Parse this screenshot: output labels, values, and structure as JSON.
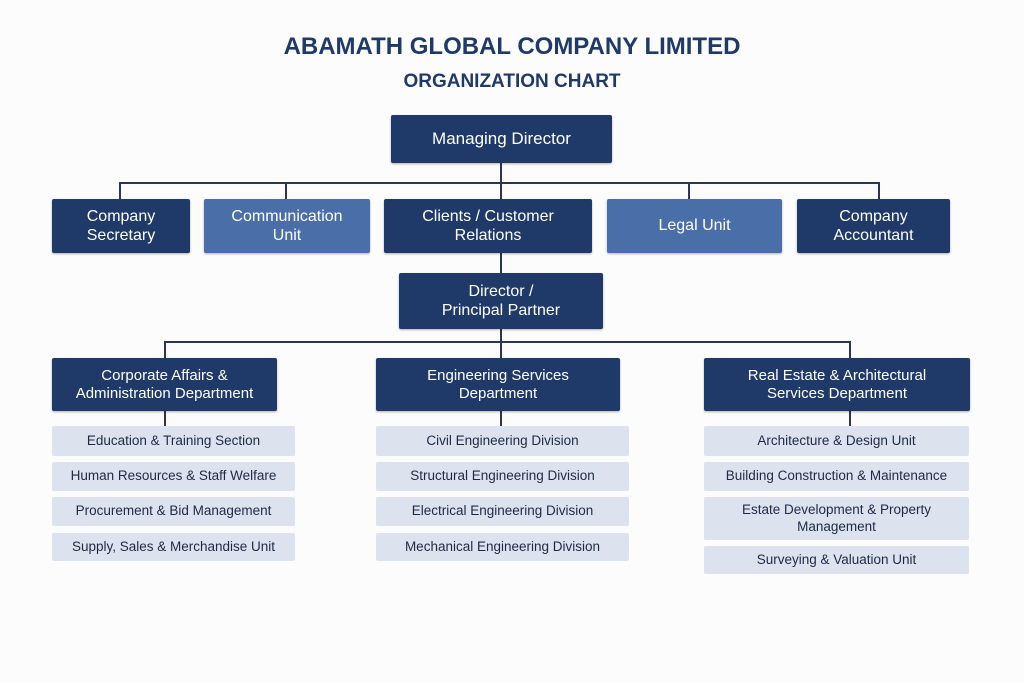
{
  "title": "ABAMATH GLOBAL COMPANY LIMITED",
  "subtitle": "ORGANIZATION CHART",
  "colors": {
    "dark": "#1f3a68",
    "mid": "#4a6ea8",
    "light": "#dde3ee"
  },
  "top": "Managing Director",
  "row2": [
    "Company\nSecretary",
    "Communication\nUnit",
    "Clients / Customer\nRelations",
    "Legal Unit",
    "Company\nAccountant"
  ],
  "director": "Director /\nPrincipal Partner",
  "departments": [
    {
      "name": "Corporate Affairs &\nAdministration Department",
      "units": [
        "Education & Training Section",
        "Human Resources & Staff Welfare",
        "Procurement & Bid Management",
        "Supply, Sales & Merchandise Unit"
      ]
    },
    {
      "name": "Engineering Services\nDepartment",
      "units": [
        "Civil Engineering Division",
        "Structural Engineering Division",
        "Electrical Engineering Division",
        "Mechanical Engineering Division"
      ]
    },
    {
      "name": "Real Estate & Architectural\nServices Department",
      "units": [
        "Architecture & Design Unit",
        "Building Construction & Maintenance",
        "Estate Development & Property\nManagement",
        "Surveying & Valuation Unit"
      ]
    }
  ]
}
